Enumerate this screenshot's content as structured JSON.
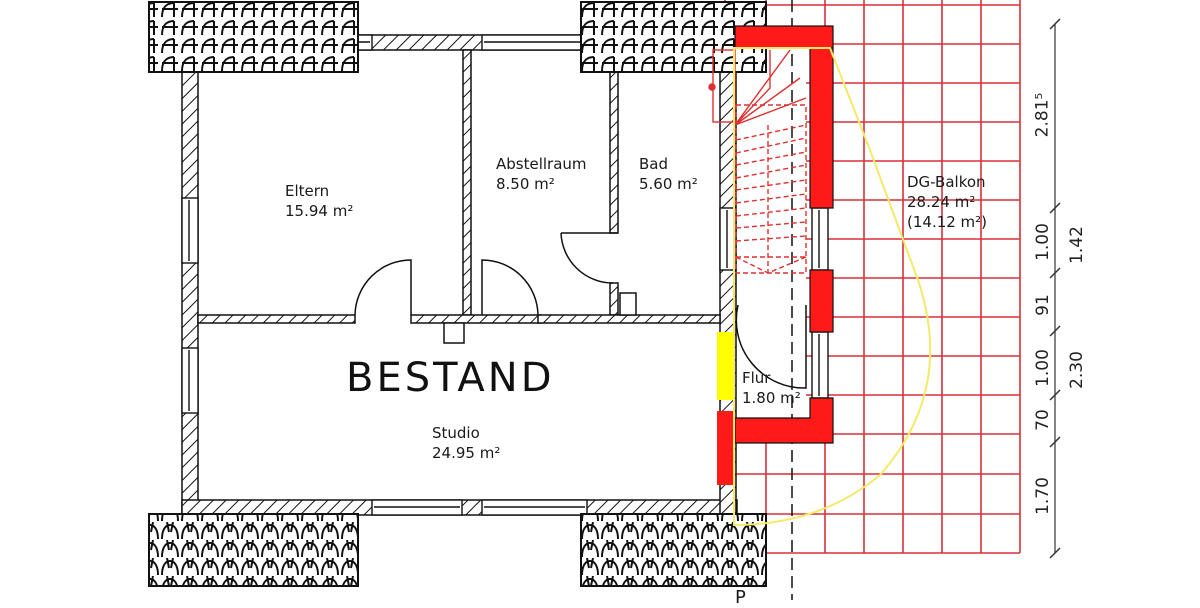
{
  "title": "BESTAND",
  "rooms": [
    {
      "name": "Eltern",
      "area": "15.94 m²"
    },
    {
      "name": "Abstellraum",
      "area": "8.50 m²"
    },
    {
      "name": "Bad",
      "area": "5.60 m²"
    },
    {
      "name": "Studio",
      "area": "24.95 m²"
    },
    {
      "name": "Flur",
      "area": "1.80 m²"
    },
    {
      "name": "DG-Balkon",
      "area": "28.24 m²",
      "area_half": "(14.12 m²)"
    }
  ],
  "dimensions": {
    "outer": [
      "2.81⁵",
      "1.00",
      "91",
      "1.00",
      "70",
      "1.70"
    ],
    "inner": [
      "1.42",
      "2.30"
    ]
  },
  "bottom_label": "P",
  "colors": {
    "wall": "#111111",
    "new_wall": "#ff1a1a",
    "grid": "#d9303a",
    "yellow_outline": "#f5e96a",
    "yellow_fill": "#ffff00"
  }
}
